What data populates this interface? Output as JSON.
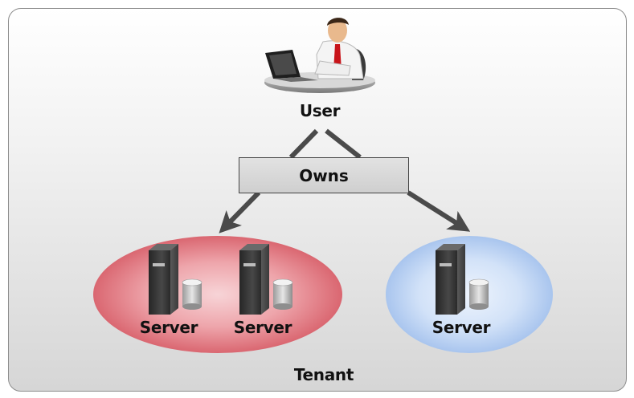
{
  "user": {
    "label": "User"
  },
  "relation": {
    "label": "Owns"
  },
  "tenant": {
    "label": "Tenant"
  },
  "servers": [
    {
      "label": "Server"
    },
    {
      "label": "Server"
    },
    {
      "label": "Server"
    }
  ],
  "colors": {
    "tenant_group": "#e07a82",
    "other_group": "#b4cdf2",
    "server_body": "#3a3a3a",
    "arrow": "#4a4a4a",
    "relation_box": "#d6d6d6"
  }
}
